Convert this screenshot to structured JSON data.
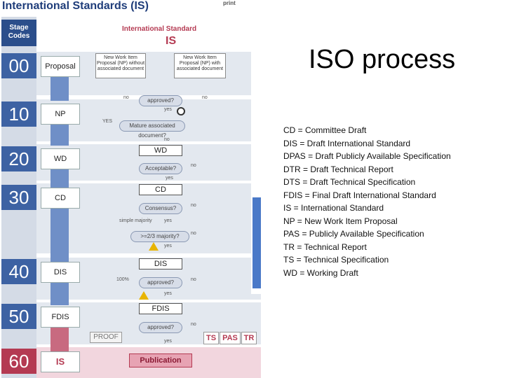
{
  "slide": {
    "title": "ISO process",
    "abbreviations": [
      "CD = Committee Draft",
      "DIS = Draft International Standard",
      "DPAS = Draft Publicly Available Specification",
      "DTR = Draft Technical Report",
      "DTS = Draft Technical Specification",
      "FDIS = Final Draft International Standard",
      "IS = International Standard",
      "NP = New Work Item Proposal",
      "PAS = Publicly Available Specification",
      "TR = Technical Report",
      "TS = Technical Specification",
      "WD = Working Draft"
    ]
  },
  "flowchart": {
    "title": "International Standards (IS)",
    "print_label": "print",
    "stage_codes_label": "Stage Codes",
    "header": "International Standard",
    "header_abbr": "IS",
    "stages": [
      "00",
      "10",
      "20",
      "30",
      "40",
      "50",
      "60"
    ],
    "phases": [
      "Proposal",
      "NP",
      "WD",
      "CD",
      "DIS",
      "FDIS",
      "IS"
    ],
    "np_without": "New Work Item Proposal (NP) without associated document",
    "np_with": "New Work Item Proposal (NP) with associated document",
    "decisions": {
      "approved": "approved?",
      "mature": "Mature associated document?",
      "acceptable": "Acceptable?",
      "consensus": "Consensus?",
      "simple_majority": "simple majority",
      "two_thirds": ">=2/3 majority?"
    },
    "labels": {
      "yes": "yes",
      "no": "no",
      "yes_upper": "YES",
      "pct": "100%"
    },
    "steps": {
      "wd": "WD",
      "cd": "CD",
      "dis": "DIS",
      "fdis": "FDIS"
    },
    "outputs": [
      "TS",
      "PAS",
      "TR"
    ],
    "proof": "PROOF",
    "publication": "Publication",
    "colors": {
      "stage_blue": "#3d62a3",
      "stage_red": "#b43a52",
      "accent": "#b43a52"
    }
  }
}
